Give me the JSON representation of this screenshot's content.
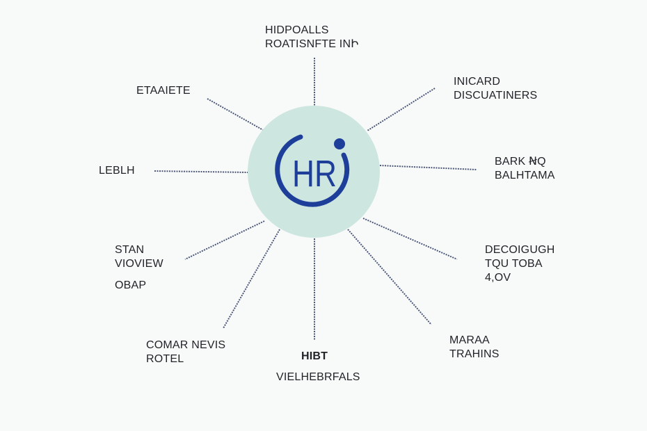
{
  "hub": {
    "logo_text": "HR",
    "colors": {
      "fill": "#cde6e0",
      "ring": "#1d3f9a"
    }
  },
  "labels": {
    "top": [
      "HIDPOALLS",
      "ROATISNFTE INԻ"
    ],
    "top_left": [
      "ETAAIETE"
    ],
    "top_right": [
      "INICARD",
      "DISCUATINERS"
    ],
    "left": [
      "LEBLH"
    ],
    "right": [
      "BARK ꞤQ",
      "BALHTAMA"
    ],
    "mid_left": [
      "STAN",
      "VIOVIEW"
    ],
    "mid_left_extra": [
      "OBAP"
    ],
    "mid_right": [
      "DECOIGUGH",
      "TQU TOBA",
      "4,OV"
    ],
    "bottom_left": [
      "COMAR NEVIS",
      "ROTEL"
    ],
    "bottom_center_title": [
      "HIBT"
    ],
    "bottom_center": [
      "VIELHEBRFALS"
    ],
    "bottom_right": [
      "MARAA",
      "TRAHINS"
    ]
  }
}
